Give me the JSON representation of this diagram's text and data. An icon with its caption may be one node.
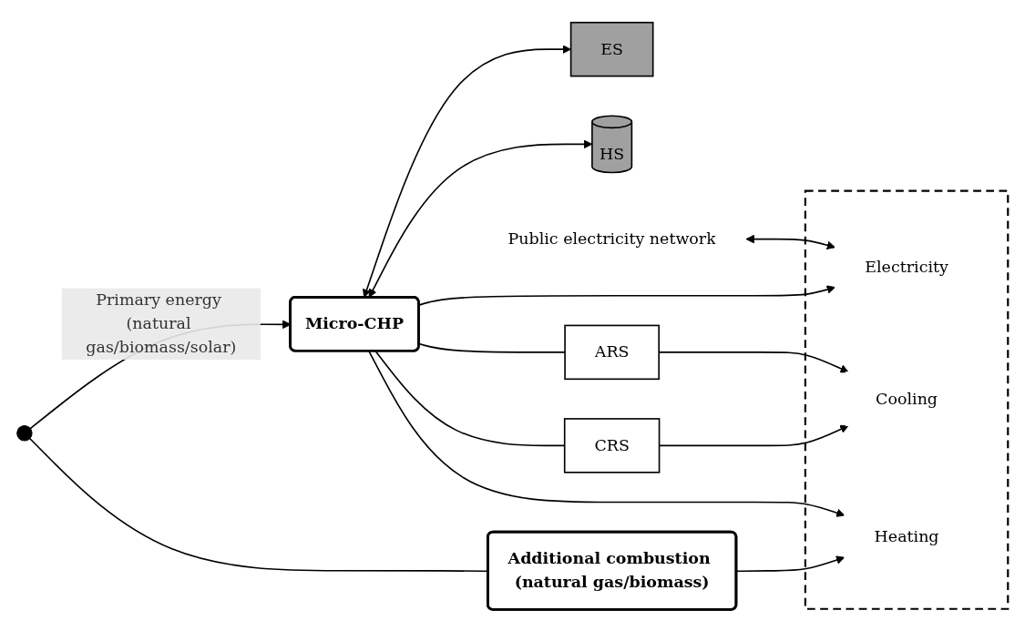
{
  "diagram": {
    "nodes": [
      {
        "text": [],
        "shape": "circle"
      },
      {
        "text": [
          "Micro-CHP"
        ]
      },
      {
        "text": [
          "ES"
        ]
      },
      {
        "text": [
          "HS"
        ]
      },
      {
        "text": [
          "CRS"
        ]
      },
      {
        "text": [
          "ARS"
        ]
      },
      {
        "text": [
          "Additional combustion (natural gas/biomass)"
        ]
      },
      {
        "text": [
          "Public electricity network"
        ]
      },
      {
        "text": [],
        "shape": "house"
      },
      {
        "text": [
          "Electricity"
        ],
        "in": 8
      },
      {
        "text": [
          "Cooling"
        ],
        "in": 8
      },
      {
        "text": [
          "Heating"
        ],
        "in": 8
      }
    ],
    "edges": [
      {
        "from": 0,
        "to": 1,
        "arrow": "to",
        "label": "Primary energy (natural gas/biomass/solar)"
      },
      {
        "from": 0,
        "to": 6,
        "arrow": "none"
      },
      {
        "from": 6,
        "to": 11,
        "arrow": "to"
      },
      {
        "from": 1,
        "to": 9,
        "arrow": "to"
      },
      {
        "from": 1,
        "to": 11,
        "arrow": "to"
      },
      {
        "from": 1,
        "to": 2,
        "arrow": "both"
      },
      {
        "from": 7,
        "to": 9,
        "arrow": "both"
      },
      {
        "from": 1,
        "to": 3,
        "arrow": "both"
      },
      {
        "from": 1,
        "to": 4,
        "arrow": "none"
      },
      {
        "from": 1,
        "to": 5,
        "arrow": "none"
      },
      {
        "from": 4,
        "to": 10,
        "arrow": "to"
      },
      {
        "from": 5,
        "to": 10,
        "arrow": "to"
      }
    ]
  }
}
